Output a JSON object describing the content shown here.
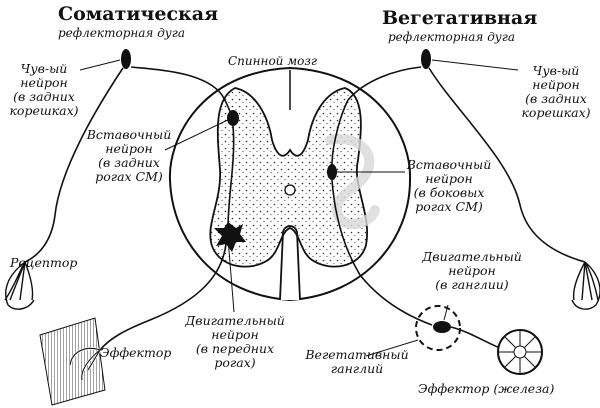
{
  "titles": {
    "somatic": "Соматическая",
    "somatic_sub": "рефлекторная дуга",
    "vegetative": "Вегетативная",
    "vegetative_sub": "рефлекторная дуга"
  },
  "labels": {
    "spinal_cord": "Спинной мозг",
    "sensory_left": [
      "Чув-ый",
      "нейрон",
      "(в задних",
      "корешках)"
    ],
    "sensory_right": [
      "Чув-ый",
      "нейрон",
      "(в задних",
      "корешках)"
    ],
    "interneuron_left": [
      "Вставочный",
      "нейрон",
      "(в задних",
      "рогах СМ)"
    ],
    "interneuron_right": [
      "Вставочный",
      "нейрон",
      "(в боковых",
      "рогах СМ)"
    ],
    "motor_left": [
      "Двигательный",
      "нейрон",
      "(в передних",
      "рогах)"
    ],
    "motor_right": [
      "Двигательный",
      "нейрон",
      "(в ганглии)"
    ],
    "receptor": "Рецептор",
    "effector": "Эффектор",
    "ganglion": [
      "Вегетативный",
      "ганглий"
    ],
    "effector_gland": "Эффектор (железа)"
  },
  "colors": {
    "ink": "#111111",
    "grey_matter": "#f2f2f2",
    "watermark": "#d8d8d8"
  }
}
